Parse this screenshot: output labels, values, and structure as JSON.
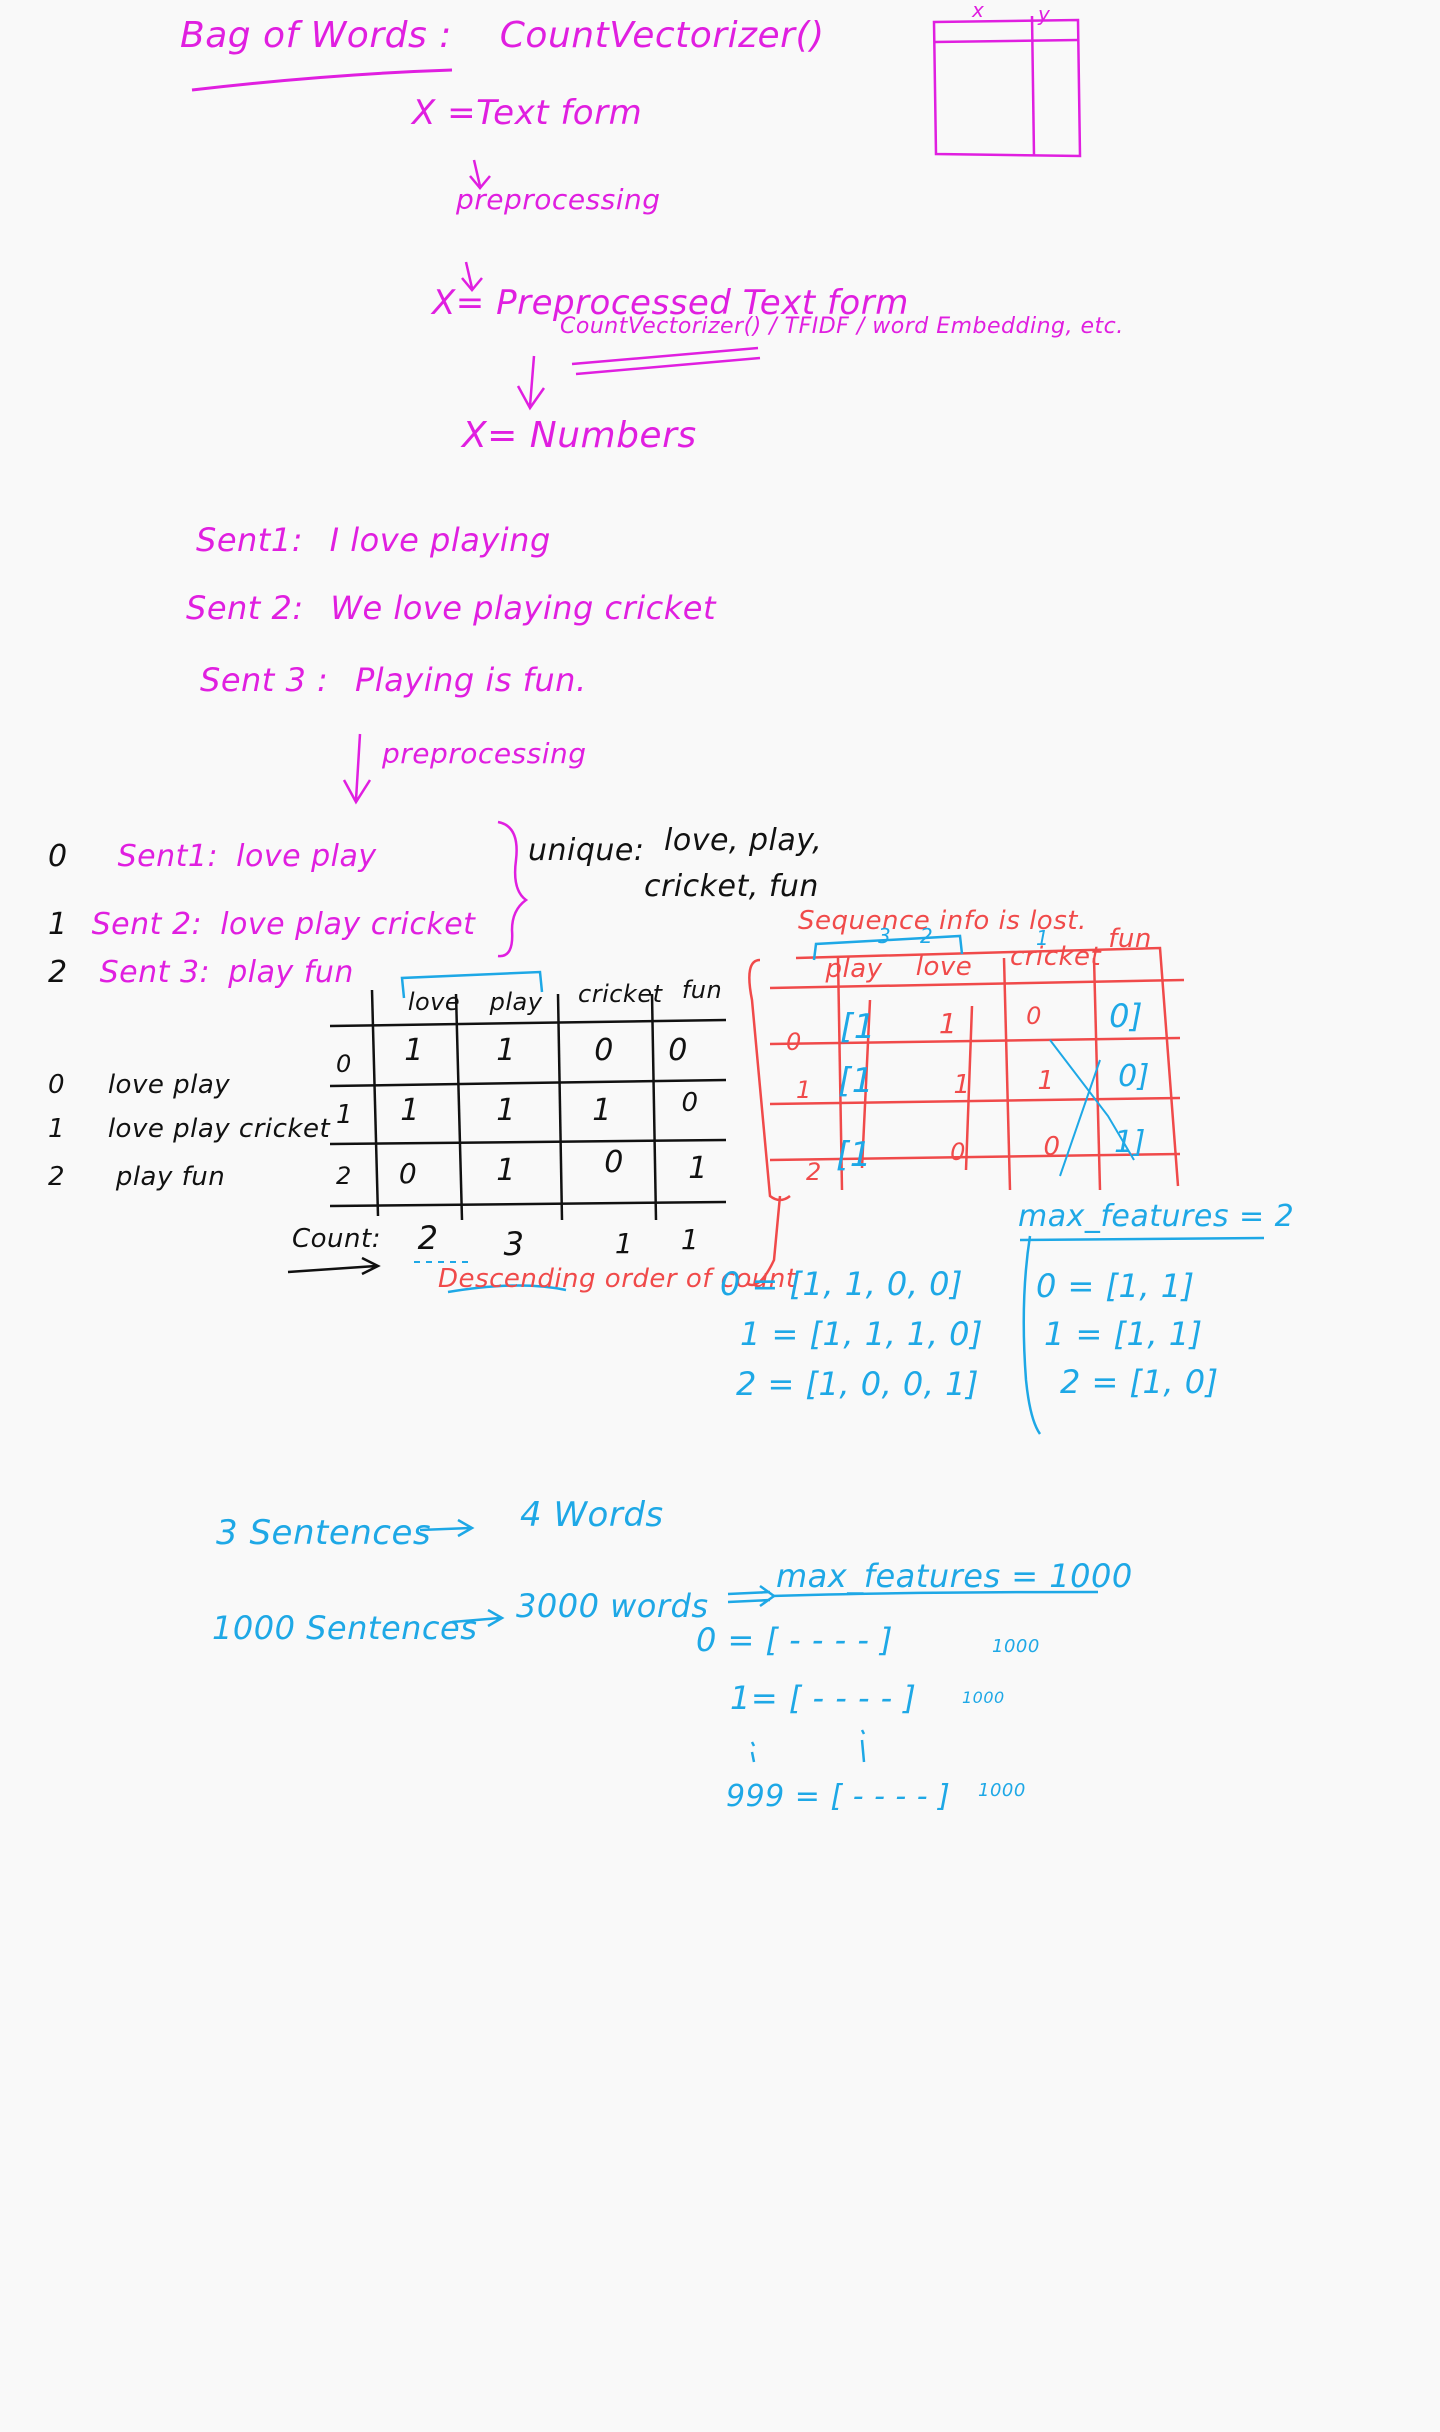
{
  "colors": {
    "magenta": "#e01fe0",
    "black": "#111111",
    "red": "#f04a4a",
    "blue": "#1ea8e6",
    "background": "#f9f9f9"
  },
  "xy_table": {
    "col_x": "x",
    "col_y": "y"
  },
  "title": {
    "heading": "Bag of Words",
    "colon": ":",
    "method": "CountVectorizer()"
  },
  "flow": {
    "step1": "X =Text form",
    "step2": "preprocessing",
    "step3": "X= Preprocessed Text form",
    "step4_methods": "CountVectorizer() / TFIDF / word Embedding, etc.",
    "step5": "X= Numbers"
  },
  "sentences": [
    {
      "label": "Sent1:",
      "text": "I love playing"
    },
    {
      "label": "Sent 2:",
      "text": "We love playing cricket"
    },
    {
      "label": "Sent 3 :",
      "text": "Playing is fun."
    }
  ],
  "preprocessing_label": "preprocessing",
  "processed": [
    {
      "idx": "0",
      "label": "Sent1:",
      "text": "love play"
    },
    {
      "idx": "1",
      "label": "Sent 2:",
      "text": "love play cricket"
    },
    {
      "idx": "2",
      "label": "Sent 3:",
      "text": "play fun"
    }
  ],
  "unique": {
    "label": "unique:",
    "line1": "love, play,",
    "line2": "cricket, fun"
  },
  "rows_list": [
    {
      "idx": "0",
      "text": "love play"
    },
    {
      "idx": "1",
      "text": "love play cricket"
    },
    {
      "idx": "2",
      "text": "play fun"
    }
  ],
  "bow_table": {
    "headers": [
      "love",
      "play",
      "cricket",
      "fun"
    ],
    "rows": [
      {
        "idx": "0",
        "cells": [
          "1",
          "1",
          "0",
          "0"
        ]
      },
      {
        "idx": "1",
        "cells": [
          "1",
          "1",
          "1",
          "0"
        ]
      },
      {
        "idx": "2",
        "cells": [
          "0",
          "1",
          "0",
          "1"
        ]
      }
    ],
    "count_label": "Count:",
    "counts": [
      "2",
      "3",
      "1",
      "1"
    ]
  },
  "red_table": {
    "note": "Sequence info is lost.",
    "top_counts": [
      "3",
      "2",
      "1"
    ],
    "headers": [
      "play",
      "love",
      "cricket",
      "fun"
    ],
    "rows": [
      {
        "idx": "0",
        "cells": [
          "[1",
          "1",
          "0",
          "0]"
        ]
      },
      {
        "idx": "1",
        "cells": [
          "[1",
          "1",
          "1",
          "0]"
        ]
      },
      {
        "idx": "2",
        "cells": [
          "[1",
          "0",
          "0",
          "1]"
        ]
      }
    ]
  },
  "descending": "Descending order of count",
  "vectors": [
    "0 = [1, 1, 0, 0]",
    "1 = [1, 1, 1, 0]",
    "2 = [1, 0, 0, 1]"
  ],
  "max_features": {
    "label": "max_features = 2",
    "vectors": [
      "0 = [1, 1]",
      "1 = [1, 1]",
      "2 = [1, 0]"
    ]
  },
  "scaling": {
    "line1_left": "3 Sentences",
    "line1_right": "4 Words",
    "line2_left": "1000 Sentences",
    "line2_mid": "3000 words",
    "line2_right": "max_features = 1000",
    "v0": "0 = [ - - - - ]",
    "v1": "1= [ - - - - ]",
    "v999": "999 = [ - - - - ]",
    "dim": "1000"
  }
}
